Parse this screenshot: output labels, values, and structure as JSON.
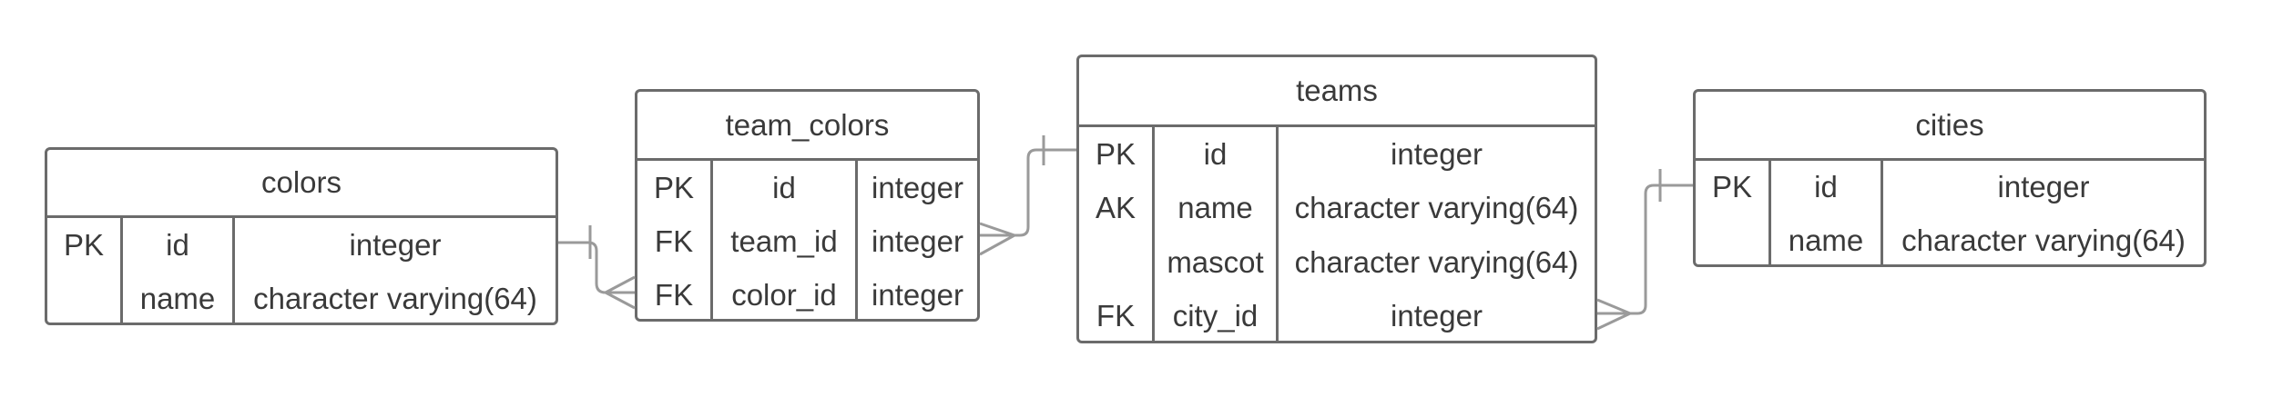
{
  "entities": {
    "colors": {
      "title": "colors",
      "rows": [
        {
          "key": "PK",
          "name": "id",
          "type": "integer"
        },
        {
          "key": "",
          "name": "name",
          "type": "character varying(64)"
        }
      ]
    },
    "team_colors": {
      "title": "team_colors",
      "rows": [
        {
          "key": "PK",
          "name": "id",
          "type": "integer"
        },
        {
          "key": "FK",
          "name": "team_id",
          "type": "integer"
        },
        {
          "key": "FK",
          "name": "color_id",
          "type": "integer"
        }
      ]
    },
    "teams": {
      "title": "teams",
      "rows": [
        {
          "key": "PK",
          "name": "id",
          "type": "integer"
        },
        {
          "key": "AK",
          "name": "name",
          "type": "character varying(64)"
        },
        {
          "key": "",
          "name": "mascot",
          "type": "character varying(64)"
        },
        {
          "key": "FK",
          "name": "city_id",
          "type": "integer"
        }
      ]
    },
    "cities": {
      "title": "cities",
      "rows": [
        {
          "key": "PK",
          "name": "id",
          "type": "integer"
        },
        {
          "key": "",
          "name": "name",
          "type": "character varying(64)"
        }
      ]
    }
  },
  "relationships": [
    {
      "from": "colors.id",
      "to": "team_colors.color_id",
      "from_cardinality": "one",
      "to_cardinality": "many"
    },
    {
      "from": "teams.id",
      "to": "team_colors.team_id",
      "from_cardinality": "one",
      "to_cardinality": "many"
    },
    {
      "from": "cities.id",
      "to": "teams.city_id",
      "from_cardinality": "one",
      "to_cardinality": "many"
    }
  ]
}
